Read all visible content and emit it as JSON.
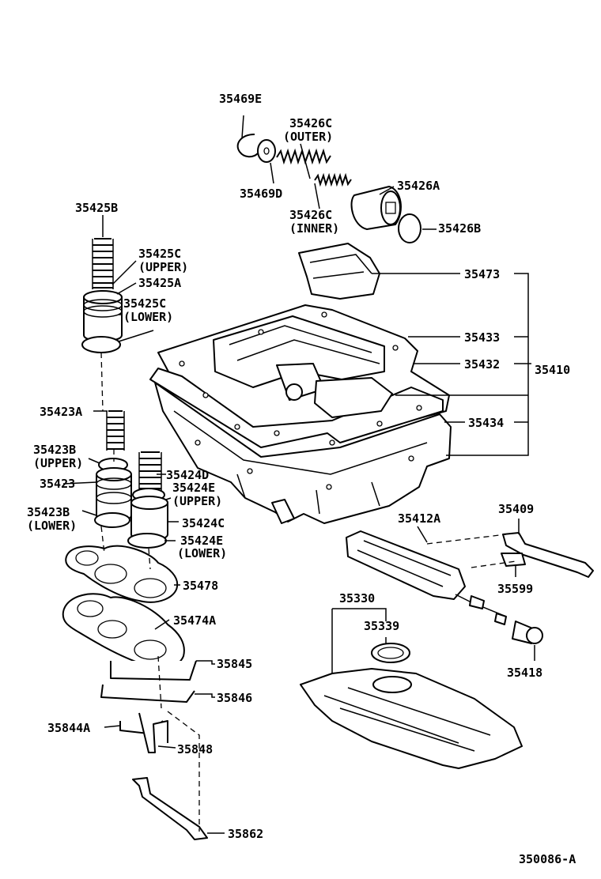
{
  "labels": {
    "l35469E": "35469E",
    "l35426C_outer": "35426C",
    "l35426C_outer_note": "(OUTER)",
    "l35469D": "35469D",
    "l35426C_inner": "35426C",
    "l35426C_inner_note": "(INNER)",
    "l35426A": "35426A",
    "l35426B": "35426B",
    "l35425B": "35425B",
    "l35425C_upper": "35425C",
    "l35425C_upper_note": "(UPPER)",
    "l35425A": "35425A",
    "l35425C_lower": "35425C",
    "l35425C_lower_note": "(LOWER)",
    "l35473": "35473",
    "l35433": "35433",
    "l35432": "35432",
    "l35410": "35410",
    "l35434": "35434",
    "l35423A": "35423A",
    "l35423B_upper": "35423B",
    "l35423B_upper_note": "(UPPER)",
    "l35423": "35423",
    "l35424D": "35424D",
    "l35424E_upper": "35424E",
    "l35424E_upper_note": "(UPPER)",
    "l35423B_lower": "35423B",
    "l35423B_lower_note": "(LOWER)",
    "l35424C": "35424C",
    "l35424E_lower": "35424E",
    "l35424E_lower_note": "(LOWER)",
    "l35412A": "35412A",
    "l35409": "35409",
    "l35599": "35599",
    "l35478": "35478",
    "l35474A": "35474A",
    "l35330": "35330",
    "l35339": "35339",
    "l35418": "35418",
    "l35845": "35845",
    "l35846": "35846",
    "l35844A": "35844A",
    "l35848": "35848",
    "l35862": "35862",
    "figure_code": "350086-A"
  }
}
